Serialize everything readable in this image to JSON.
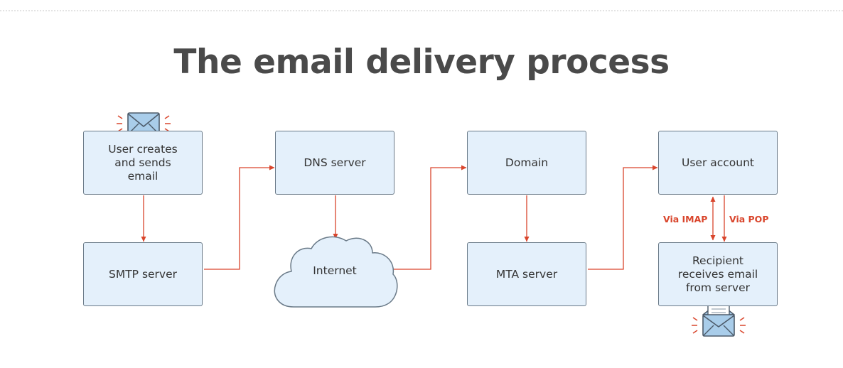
{
  "title": "The email delivery process",
  "nodes": {
    "user_creates": "User creates\nand sends\nemail",
    "smtp_server": "SMTP server",
    "dns_server": "DNS server",
    "internet": "Internet",
    "domain": "Domain",
    "mta_server": "MTA server",
    "user_account": "User account",
    "recipient": "Recipient\nreceives email\nfrom server"
  },
  "labels": {
    "via_imap": "Via IMAP",
    "via_pop": "Via POP"
  },
  "icons": {
    "send_envelope": "closed-envelope-icon",
    "receive_envelope": "open-envelope-icon"
  },
  "colors": {
    "box_fill": "#e4f0fb",
    "box_stroke": "#6a7a88",
    "arrow": "#d9452c",
    "title": "#4a4a4a"
  }
}
